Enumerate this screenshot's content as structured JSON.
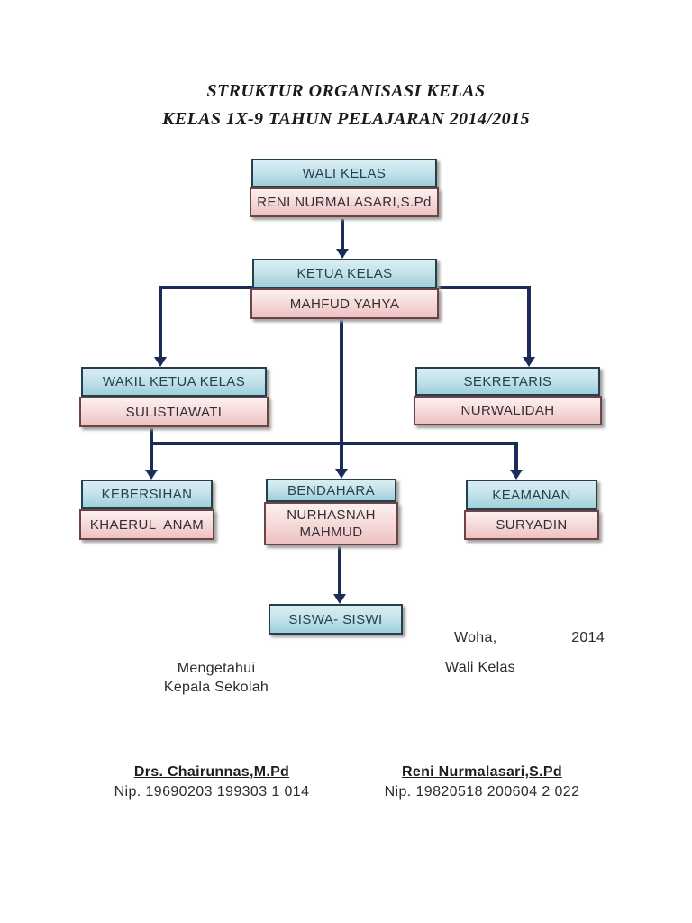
{
  "page": {
    "title_line1": "STRUKTUR ORGANISASI KELAS",
    "title_line2": "KELAS 1X-9 TAHUN PELAJARAN 2014/2015"
  },
  "org_chart": {
    "nodes": [
      {
        "id": "wali-kelas",
        "role": "WALI KELAS",
        "name": "RENI NURMALASARI,S.Pd"
      },
      {
        "id": "ketua-kelas",
        "role": "KETUA KELAS",
        "name": "MAHFUD YAHYA"
      },
      {
        "id": "wakil-ketua-kelas",
        "role": "WAKIL KETUA KELAS",
        "name": "SULISTIAWATI"
      },
      {
        "id": "sekretaris",
        "role": "SEKRETARIS",
        "name": "NURWALIDAH"
      },
      {
        "id": "kebersihan",
        "role": "KEBERSIHAN",
        "name": "KHAERUL  ANAM"
      },
      {
        "id": "bendahara",
        "role": "BENDAHARA",
        "name": "NURHASNAH MAHMUD"
      },
      {
        "id": "keamanan",
        "role": "KEAMANAN",
        "name": "SURYADIN"
      },
      {
        "id": "siswa-siswi",
        "role": "SISWA- SISWI"
      }
    ],
    "edges": [
      {
        "from": "wali-kelas",
        "to": "ketua-kelas"
      },
      {
        "from": "ketua-kelas",
        "to": "wakil-ketua-kelas"
      },
      {
        "from": "ketua-kelas",
        "to": "sekretaris"
      },
      {
        "from": "wakil-ketua-kelas",
        "to": "kebersihan"
      },
      {
        "from": "ketua-kelas",
        "to": "bendahara"
      },
      {
        "from": "ketua-kelas",
        "to": "keamanan"
      },
      {
        "from": "bendahara",
        "to": "siswa-siswi"
      }
    ]
  },
  "footer": {
    "date_line": "Woha,_________2014",
    "left_block_line1": "Mengetahui",
    "left_block_line2": "Kepala Sekolah",
    "right_block_line1": "Wali Kelas",
    "signatures": [
      {
        "name": "Drs. Chairunnas,M.Pd",
        "nip": "Nip. 19690203 199303 1 014"
      },
      {
        "name": "Reni Nurmalasari,S.Pd",
        "nip": "Nip. 19820518 200604 2 022"
      }
    ]
  },
  "colors": {
    "connector_navy": "#1b2c5a",
    "box_blue_top": "#d9edf3",
    "box_blue_bottom": "#9ecfdb",
    "box_blue_border": "#23404c",
    "box_pink_top": "#fdf0f0",
    "box_pink_bottom": "#edc2c2",
    "box_pink_border": "#6e4343",
    "role_text": "#27404d",
    "background": "#ffffff"
  }
}
